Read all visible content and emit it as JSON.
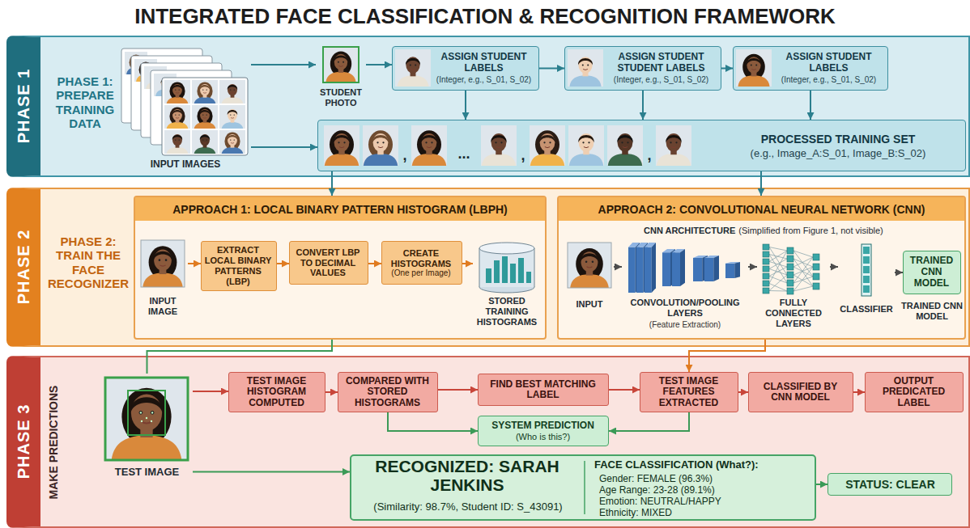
{
  "diagram": {
    "title": "INTEGRATED FACE CLASSIFICATION & RECOGNITION FRAMEWORK",
    "nodes": [
      {
        "text": [
          "PHASE 1",
          "PHASE 1: PREPARE TRAINING DATA"
        ]
      },
      {
        "text": [
          "INPUT IMAGES"
        ],
        "in": 0
      },
      {
        "text": [
          "STUDENT PHOTO"
        ],
        "in": 0
      },
      {
        "text": [
          "ASSIGN STUDENT LABELS",
          "(Integer, e.g., S_01, S_02)"
        ],
        "in": 0
      },
      {
        "text": [
          "ASSIGN STUDENT STUDENT LABELS",
          "(Integer, e.g., S_01, S_02)"
        ],
        "in": 0
      },
      {
        "text": [
          "ASSIGN STUDENT LABELS",
          "(Integer, e.g., S_01, S_02)"
        ],
        "in": 0
      },
      {
        "text": [
          "PROCESSED TRAINING SET",
          "(e.g., Image_A:S_01, Image_B:S_02)"
        ],
        "in": 0
      },
      {
        "text": [
          "PHASE 2",
          "PHASE 2: TRAIN THE FACE RECOGNIZER"
        ]
      },
      {
        "text": [
          "APPROACH 1: LOCAL BINARY PATTERN HISTOGRAM (LBPH)"
        ],
        "in": 7
      },
      {
        "text": [
          "INPUT IMAGE"
        ],
        "in": 8
      },
      {
        "text": [
          "EXTRACT LOCAL BINARY PATTERNS (LBP)"
        ],
        "in": 8
      },
      {
        "text": [
          "CONVERT LBP TO DECIMAL VALUES"
        ],
        "in": 8
      },
      {
        "text": [
          "CREATE HISTOGRAMS",
          "(One per Image)"
        ],
        "in": 8
      },
      {
        "text": [
          "STORED TRAINING HISTOGRAMS"
        ],
        "in": 8
      },
      {
        "text": [
          "APPROACH 2: CONVOLUTIONAL NEURAL NETWORK (CNN)",
          "CNN ARCHITECTURE",
          "(Simplified from Figure 1, not visible)"
        ],
        "in": 7
      },
      {
        "text": [
          "INPUT"
        ],
        "in": 14
      },
      {
        "text": [
          "CONVOLUTION/POOLING LAYERS",
          "(Feature Extraction)"
        ],
        "in": 14
      },
      {
        "text": [
          "FULLY CONNECTED LAYERS"
        ],
        "in": 14
      },
      {
        "text": [
          "CLASSIFIER"
        ],
        "in": 14
      },
      {
        "text": [
          "TRAINED CNN MODEL",
          "TRAINED CNN MODEL"
        ],
        "in": 14
      },
      {
        "text": [
          "PHASE 3",
          "MAKE PREDICTIONS"
        ]
      },
      {
        "text": [
          "TEST IMAGE"
        ],
        "in": 20
      },
      {
        "text": [
          "TEST IMAGE HISTOGRAM COMPUTED"
        ],
        "in": 20
      },
      {
        "text": [
          "COMPARED WITH STORED HISTOGRAMS"
        ],
        "in": 20
      },
      {
        "text": [
          "FIND BEST MATCHING LABEL"
        ],
        "in": 20
      },
      {
        "text": [
          "TEST IMAGE FEATURES EXTRACTED"
        ],
        "in": 20
      },
      {
        "text": [
          "CLASSIFIED BY CNN MODEL"
        ],
        "in": 20
      },
      {
        "text": [
          "OUTPUT PREDICATED LABEL"
        ],
        "in": 20
      },
      {
        "text": [
          "SYSTEM PREDICTION",
          "(Who is this?)"
        ],
        "in": 20
      },
      {
        "text": [
          "RECOGNIZED: SARAH JENKINS",
          "(Similarity: 98.7%, Student ID: S_43091)",
          "FACE CLASSIFICATION (What?):",
          "Gender: FEMALE (96.3%)",
          "Age Range: 23-28 (89.1%)",
          "Emotion: NEUTRAL/HAPPY",
          "Ethnicity: MIXED"
        ],
        "in": 20
      },
      {
        "text": [
          "STATUS: CLEAR"
        ],
        "in": 20
      }
    ],
    "edges": [
      {
        "from": 1,
        "to": 2,
        "arrow": "to"
      },
      {
        "from": 1,
        "to": 6,
        "arrow": "to"
      },
      {
        "from": 2,
        "to": 3,
        "arrow": "to"
      },
      {
        "from": 3,
        "to": 4,
        "arrow": "to"
      },
      {
        "from": 4,
        "to": 5,
        "arrow": "to"
      },
      {
        "from": 3,
        "to": 6,
        "arrow": "to"
      },
      {
        "from": 4,
        "to": 6,
        "arrow": "to"
      },
      {
        "from": 5,
        "to": 6,
        "arrow": "to"
      },
      {
        "from": 6,
        "to": 8,
        "arrow": "to"
      },
      {
        "from": 6,
        "to": 14,
        "arrow": "to"
      },
      {
        "from": 9,
        "to": 10,
        "arrow": "to"
      },
      {
        "from": 10,
        "to": 11,
        "arrow": "to"
      },
      {
        "from": 11,
        "to": 12,
        "arrow": "to"
      },
      {
        "from": 12,
        "to": 13,
        "arrow": "to"
      },
      {
        "from": 15,
        "to": 16,
        "arrow": "to"
      },
      {
        "from": 16,
        "to": 17,
        "arrow": "to"
      },
      {
        "from": 17,
        "to": 18,
        "arrow": "to"
      },
      {
        "from": 18,
        "to": 19,
        "arrow": "to"
      },
      {
        "from": 8,
        "to": 21,
        "arrow": "none"
      },
      {
        "from": 14,
        "to": 25,
        "arrow": "to"
      },
      {
        "from": 21,
        "to": 22,
        "arrow": "to"
      },
      {
        "from": 22,
        "to": 23,
        "arrow": "to"
      },
      {
        "from": 23,
        "to": 24,
        "arrow": "to"
      },
      {
        "from": 24,
        "to": 25,
        "arrow": "to"
      },
      {
        "from": 25,
        "to": 26,
        "arrow": "to"
      },
      {
        "from": 26,
        "to": 27,
        "arrow": "to"
      },
      {
        "from": 23,
        "to": 28,
        "arrow": "to"
      },
      {
        "from": 25,
        "to": 28,
        "arrow": "to"
      },
      {
        "from": 21,
        "to": 29,
        "arrow": "to"
      },
      {
        "from": 29,
        "to": 30,
        "arrow": "to"
      }
    ],
    "labels": [
      "...",
      ",",
      ",",
      ","
    ]
  }
}
